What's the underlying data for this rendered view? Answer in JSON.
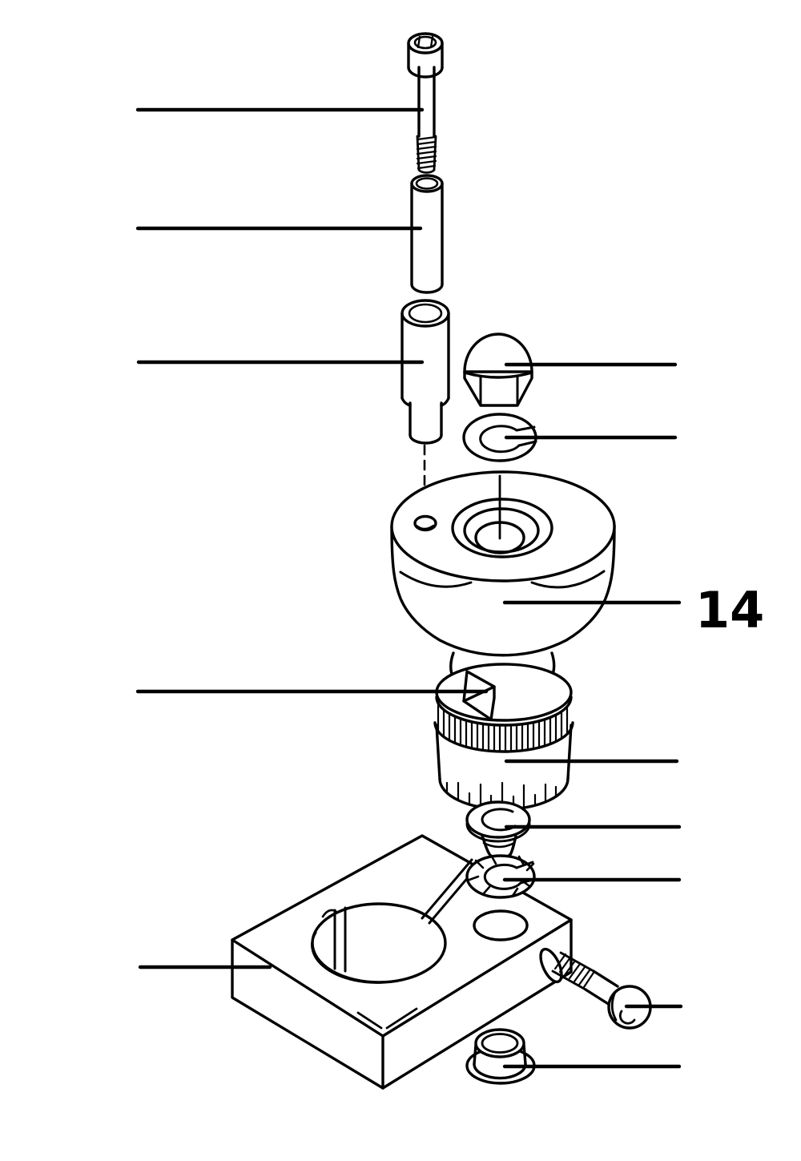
{
  "diagram": {
    "label": "14",
    "background": "#ffffff",
    "line_color": "#000000",
    "parts": [
      {
        "name": "socket-head-cap-screw"
      },
      {
        "name": "spacer-sleeve"
      },
      {
        "name": "stepped-guide-sleeve"
      },
      {
        "name": "acorn-cap-nut"
      },
      {
        "name": "split-lock-washer"
      },
      {
        "name": "pulley-drum-part-14"
      },
      {
        "name": "knurled-adjustment-knob"
      },
      {
        "name": "cup-washer"
      },
      {
        "name": "tooth-lock-washer"
      },
      {
        "name": "mounting-block"
      },
      {
        "name": "side-bolt"
      },
      {
        "name": "flanged-cap"
      }
    ]
  }
}
